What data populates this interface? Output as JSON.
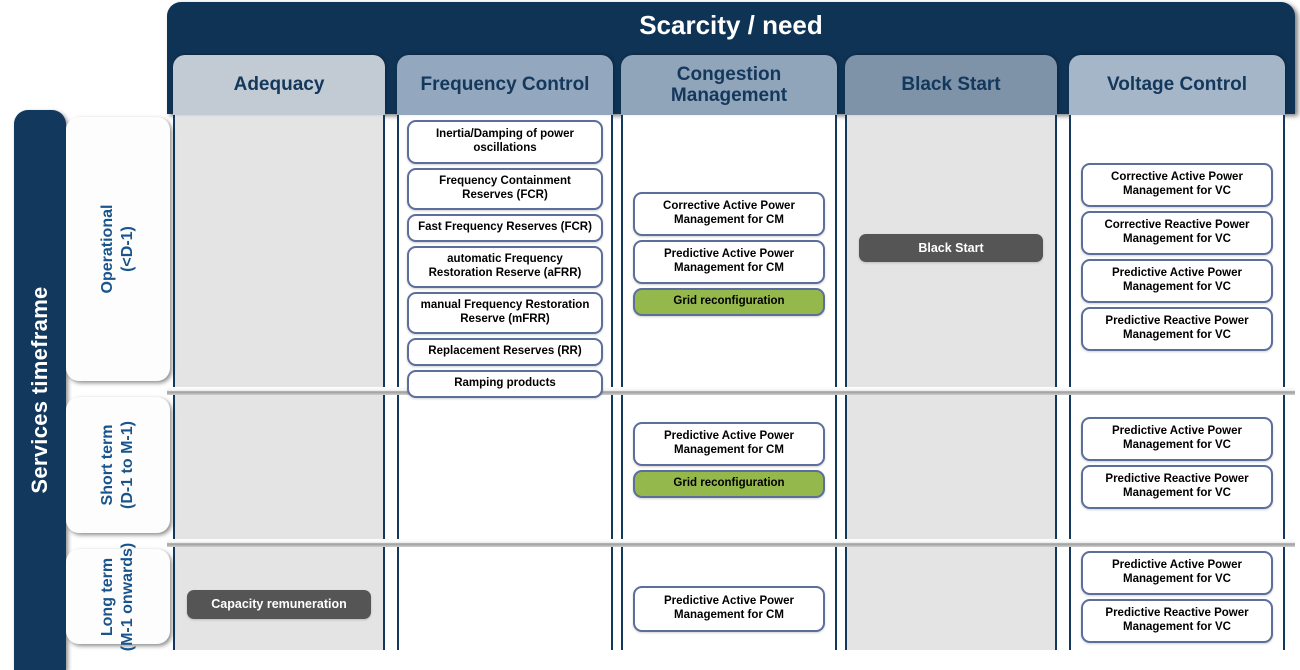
{
  "diagram": {
    "axis_column_title": "Scarcity / need",
    "axis_row_title": "Services timeframe"
  },
  "columns": [
    {
      "id": "adequacy",
      "label": "Adequacy",
      "header_color": "#c2cad4",
      "body_color": "#e4e4e4"
    },
    {
      "id": "frequency",
      "label": "Frequency Control",
      "header_color": "#93a7be",
      "body_color": "#ffffff"
    },
    {
      "id": "congestion",
      "label": "Congestion Management",
      "header_color": "#90a4ba",
      "body_color": "#ffffff"
    },
    {
      "id": "blackstart",
      "label": "Black Start",
      "header_color": "#7e93a8",
      "body_color": "#e4e4e4"
    },
    {
      "id": "voltage",
      "label": "Voltage Control",
      "header_color": "#a5b6c8",
      "body_color": "#ffffff"
    }
  ],
  "rows": [
    {
      "id": "operational",
      "label": "Operational\n(<D-1)"
    },
    {
      "id": "shortterm",
      "label": "Short term\n(D-1 to M-1)"
    },
    {
      "id": "longterm",
      "label": "Long term\n(M-1 onwards)"
    }
  ],
  "cells": {
    "operational": {
      "adequacy": [],
      "frequency": [
        {
          "text": "Inertia/Damping of power oscillations",
          "style": "outline"
        },
        {
          "text": "Frequency Containment Reserves (FCR)",
          "style": "outline"
        },
        {
          "text": "Fast Frequency Reserves (FCR)",
          "style": "outline"
        },
        {
          "text": "automatic Frequency Restoration Reserve (aFRR)",
          "style": "outline"
        },
        {
          "text": "manual Frequency Restoration Reserve (mFRR)",
          "style": "outline"
        },
        {
          "text": "Replacement Reserves (RR)",
          "style": "outline"
        },
        {
          "text": "Ramping products",
          "style": "outline"
        }
      ],
      "congestion": [
        {
          "text": "Corrective Active Power Management for CM",
          "style": "outline"
        },
        {
          "text": "Predictive Active Power Management for CM",
          "style": "outline"
        },
        {
          "text": "Grid reconfiguration",
          "style": "green"
        }
      ],
      "blackstart": [
        {
          "text": "Black Start",
          "style": "grey"
        }
      ],
      "voltage": [
        {
          "text": "Corrective Active Power Management for VC",
          "style": "outline"
        },
        {
          "text": "Corrective Reactive Power Management for VC",
          "style": "outline"
        },
        {
          "text": "Predictive Active Power Management for VC",
          "style": "outline"
        },
        {
          "text": "Predictive Reactive Power Management for VC",
          "style": "outline"
        }
      ]
    },
    "shortterm": {
      "adequacy": [],
      "frequency": [],
      "congestion": [
        {
          "text": "Predictive Active Power Management for CM",
          "style": "outline"
        },
        {
          "text": "Grid reconfiguration",
          "style": "green"
        }
      ],
      "blackstart": [],
      "voltage": [
        {
          "text": "Predictive Active Power Management for VC",
          "style": "outline"
        },
        {
          "text": "Predictive Reactive Power Management for VC",
          "style": "outline"
        }
      ]
    },
    "longterm": {
      "adequacy": [
        {
          "text": "Capacity remuneration",
          "style": "grey"
        }
      ],
      "frequency": [],
      "congestion": [
        {
          "text": "Predictive Active Power Management for CM",
          "style": "outline"
        }
      ],
      "blackstart": [],
      "voltage": [
        {
          "text": "Predictive Active Power Management for VC",
          "style": "outline"
        },
        {
          "text": "Predictive Reactive Power Management for VC",
          "style": "outline"
        }
      ]
    }
  },
  "colors": {
    "navy": "#0f3355",
    "navy_dark": "#12395d",
    "label_blue": "#19548c",
    "box_border": "#5b6e9c",
    "green": "#94b84b",
    "grey_box": "#555555",
    "shaded_column": "#e4e4e4"
  }
}
